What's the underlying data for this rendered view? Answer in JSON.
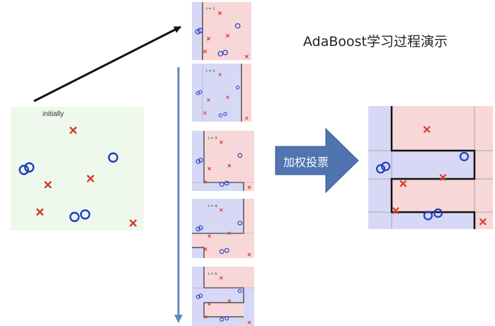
{
  "title": "AdaBoost学习过程演示",
  "initial_label": "initially",
  "combine_label": "加权投票",
  "rounds": [
    {
      "label": "t = 1"
    },
    {
      "label": "t = 2"
    },
    {
      "label": "t = 3"
    },
    {
      "label": "t = 4"
    },
    {
      "label": "t = 5"
    }
  ],
  "colors": {
    "positive_region": "#d6d8f5",
    "negative_region": "#f7d7d7",
    "initial_background": "#eef8ec",
    "positive_marker": "#1f3fbf",
    "negative_marker": "#d33a2c",
    "flow_arrow": "#6688bb",
    "combine_arrow": "#4f74b0"
  },
  "icons": {
    "positive": "blue-circle-marker",
    "negative": "red-cross-marker"
  }
}
